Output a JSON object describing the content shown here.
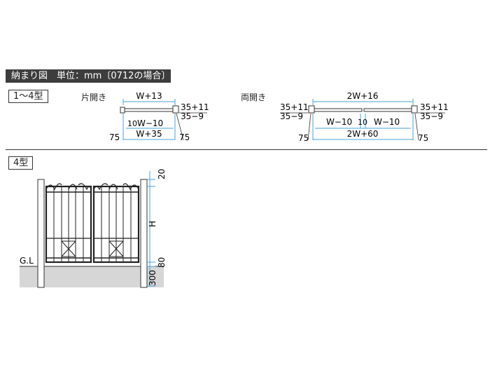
{
  "header": {
    "title": "納まり図　単位：mm〔0712の場合〕"
  },
  "section1": {
    "type_label": "1～4型",
    "single": {
      "label": "片開き",
      "dim_top": "W+13",
      "dim_right_top": "35+11",
      "dim_right_bottom": "35−9",
      "dim_inner_left": "10",
      "dim_inner": "W−10",
      "dim_bottom": "W+35",
      "dim_left_75": "75",
      "dim_right_75": "75"
    },
    "double": {
      "label": "両開き",
      "dim_top": "2W+16",
      "dim_left_top": "35+11",
      "dim_left_bottom": "35−9",
      "dim_right_top": "35+11",
      "dim_right_bottom": "35−9",
      "dim_inner_left": "W−10",
      "dim_center": "10",
      "dim_inner_right": "W−10",
      "dim_bottom": "2W+60",
      "dim_left_75": "75",
      "dim_right_75": "75"
    }
  },
  "section2": {
    "type_label": "4型",
    "gl_label": "G.L",
    "dim_top": "20",
    "dim_h": "H",
    "dim_80": "80",
    "dim_300": "300"
  },
  "colors": {
    "blue": "#4aa3d8",
    "ground": "#d6d6d6",
    "line": "#333333"
  }
}
